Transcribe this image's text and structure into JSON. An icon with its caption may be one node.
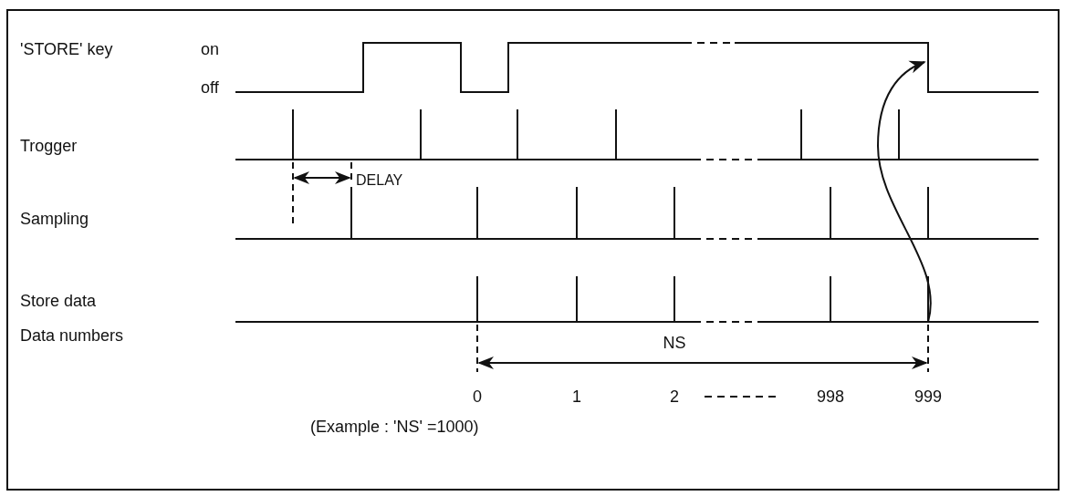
{
  "diagram": {
    "labels": [
      "'STORE' key",
      "on",
      "off",
      "Trogger",
      "DELAY",
      "Sampling",
      "Store data",
      "NS",
      "Data numbers",
      "0",
      "1",
      "2",
      "998",
      "999",
      "(Example : 'NS' =1000)"
    ]
  }
}
